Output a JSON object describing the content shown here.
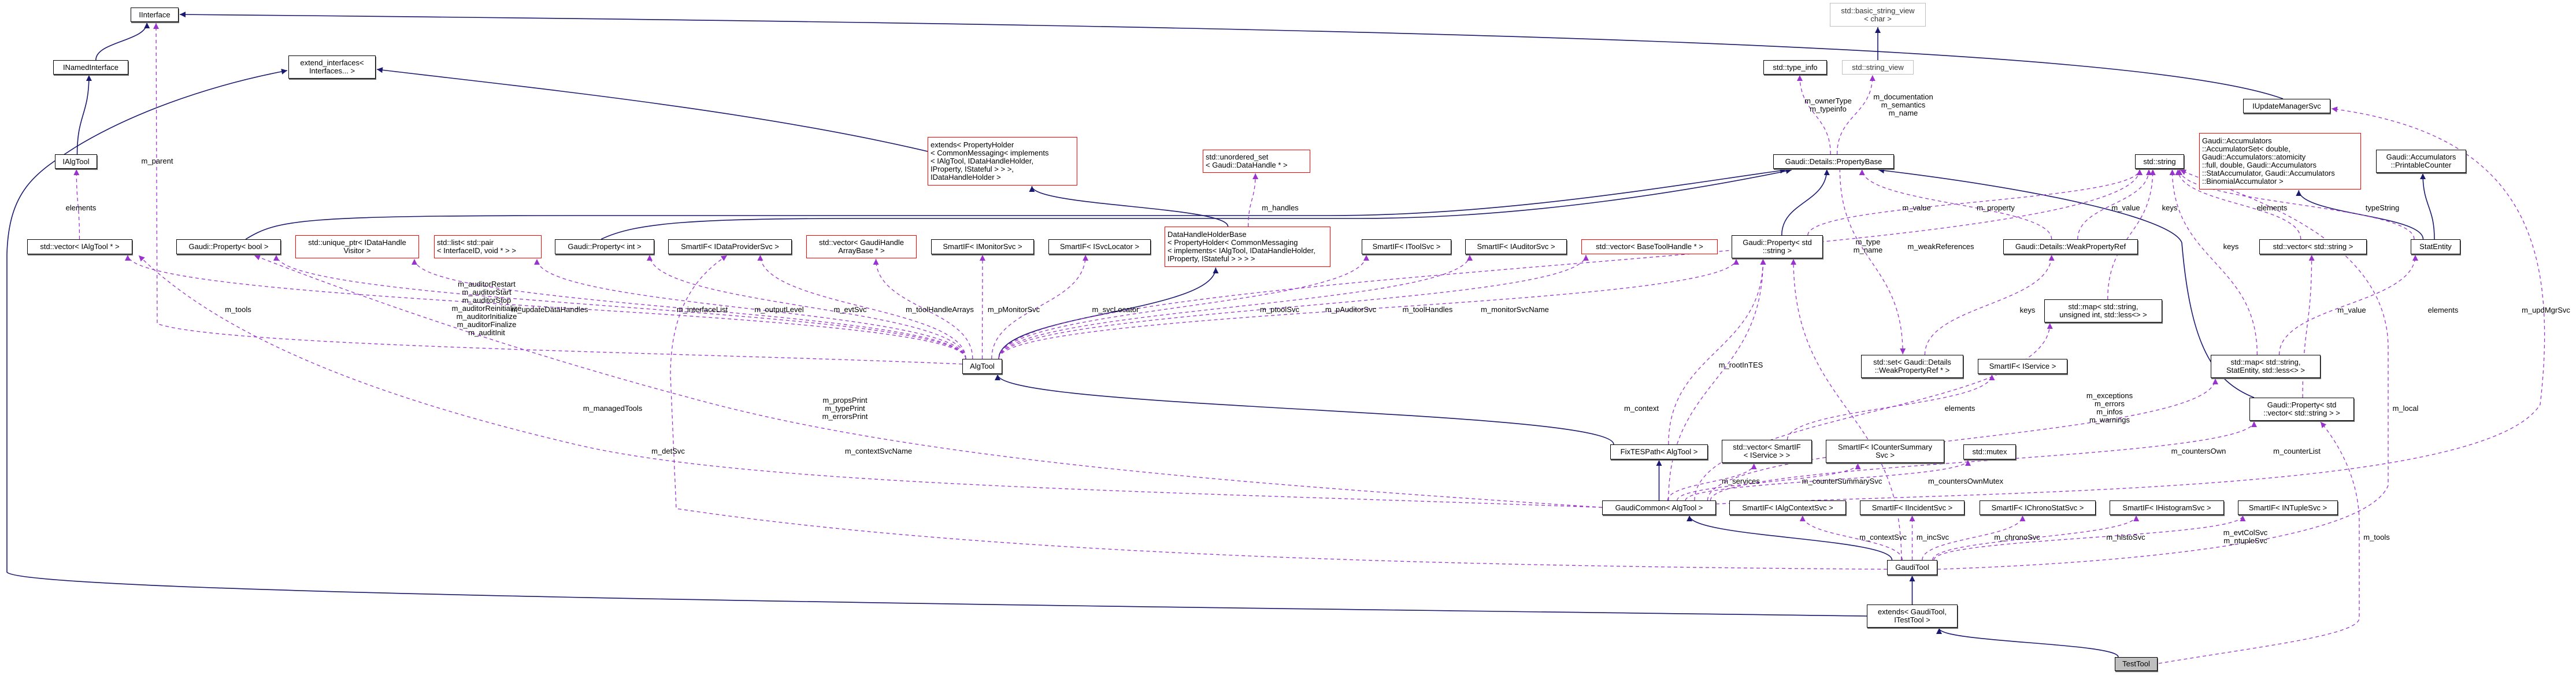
{
  "colors": {
    "inheritance": "#191970",
    "usage": "#9a32cd",
    "missing_border": "#ff0000",
    "external_border": "#bfbfbf",
    "current_fill": "#bfbfbf"
  },
  "nodes": [
    {
      "id": "iinterface",
      "label": "IInterface",
      "style": "normal"
    },
    {
      "id": "inamed",
      "label": "INamedInterface",
      "style": "normal"
    },
    {
      "id": "ialgtool",
      "label": "IAlgTool",
      "style": "normal"
    },
    {
      "id": "extend_if",
      "label": "extend_interfaces<\nInterfaces... >",
      "style": "normal"
    },
    {
      "id": "vec_ialgtool",
      "label": "std::vector< IAlgTool * >",
      "style": "normal"
    },
    {
      "id": "prop_bool",
      "label": "Gaudi::Property< bool >",
      "style": "normal"
    },
    {
      "id": "unique_ptr",
      "label": "std::unique_ptr< IDataHandle\nVisitor >",
      "style": "red"
    },
    {
      "id": "std_list",
      "label": "std::list< std::pair\n< InterfaceID, void * > >",
      "style": "red"
    },
    {
      "id": "prop_int",
      "label": "Gaudi::Property< int >",
      "style": "normal"
    },
    {
      "id": "sif_dataprov",
      "label": "SmartIF< IDataProviderSvc >",
      "style": "normal"
    },
    {
      "id": "vec_gharray",
      "label": "std::vector< GaudiHandle\nArrayBase * >",
      "style": "red"
    },
    {
      "id": "sif_monitor",
      "label": "SmartIF< IMonitorSvc >",
      "style": "normal"
    },
    {
      "id": "sif_svcloc",
      "label": "SmartIF< ISvcLocator >",
      "style": "normal"
    },
    {
      "id": "extends_ph",
      "label": "extends< PropertyHolder\n< CommonMessaging< implements\n< IAlgTool, IDataHandleHolder,\n IProperty, IStateful > > >,\n IDataHandleHolder >",
      "style": "red"
    },
    {
      "id": "dhhb",
      "label": "DataHandleHolderBase\n< PropertyHolder< CommonMessaging\n< implements< IAlgTool, IDataHandleHolder,\n IProperty, IStateful > > > >",
      "style": "red"
    },
    {
      "id": "unordered_set",
      "label": "std::unordered_set\n< Gaudi::DataHandle * >",
      "style": "red"
    },
    {
      "id": "sif_toolsvc",
      "label": "SmartIF< IToolSvc >",
      "style": "normal"
    },
    {
      "id": "sif_auditor",
      "label": "SmartIF< IAuditorSvc >",
      "style": "normal"
    },
    {
      "id": "vec_basetool",
      "label": "std::vector< BaseToolHandle * >",
      "style": "red"
    },
    {
      "id": "prop_string",
      "label": "Gaudi::Property< std\n::string >",
      "style": "normal"
    },
    {
      "id": "basic_sv",
      "label": "std::basic_string_view\n< char >",
      "style": "grey"
    },
    {
      "id": "type_info",
      "label": "std::type_info",
      "style": "normal"
    },
    {
      "id": "string_view",
      "label": "std::string_view",
      "style": "grey"
    },
    {
      "id": "iupdmgr",
      "label": "IUpdateManagerSvc",
      "style": "normal"
    },
    {
      "id": "propbase",
      "label": "Gaudi::Details::PropertyBase",
      "style": "normal"
    },
    {
      "id": "std_string",
      "label": "std::string",
      "style": "normal"
    },
    {
      "id": "accumset",
      "label": "Gaudi::Accumulators\n::AccumulatorSet< double,\n Gaudi::Accumulators::atomicity\n::full, double, Gaudi::Accumulators\n::StatAccumulator, Gaudi::Accumulators\n::BinomialAccumulator >",
      "style": "red"
    },
    {
      "id": "printable",
      "label": "Gaudi::Accumulators\n::PrintableCounter",
      "style": "normal"
    },
    {
      "id": "weakref",
      "label": "Gaudi::Details::WeakPropertyRef",
      "style": "normal"
    },
    {
      "id": "vec_string",
      "label": "std::vector< std::string >",
      "style": "normal"
    },
    {
      "id": "statentity",
      "label": "StatEntity",
      "style": "normal"
    },
    {
      "id": "map_uint",
      "label": "std::map< std::string,\n unsigned int, std::less<> >",
      "style": "normal"
    },
    {
      "id": "algtool",
      "label": "AlgTool",
      "style": "normal"
    },
    {
      "id": "set_weak",
      "label": "std::set< Gaudi::Details\n::WeakPropertyRef * >",
      "style": "normal"
    },
    {
      "id": "sif_service",
      "label": "SmartIF< IService >",
      "style": "normal"
    },
    {
      "id": "fixtes",
      "label": "FixTESPath< AlgTool >",
      "style": "normal"
    },
    {
      "id": "vec_sifservice",
      "label": "std::vector< SmartIF\n< IService > >",
      "style": "normal"
    },
    {
      "id": "sif_countersum",
      "label": "SmartIF< ICounterSummary\nSvc >",
      "style": "normal"
    },
    {
      "id": "std_mutex",
      "label": "std::mutex",
      "style": "normal"
    },
    {
      "id": "gaudicommon",
      "label": "GaudiCommon< AlgTool >",
      "style": "normal"
    },
    {
      "id": "sif_algctx",
      "label": "SmartIF< IAlgContextSvc >",
      "style": "normal"
    },
    {
      "id": "sif_incident",
      "label": "SmartIF< IIncidentSvc >",
      "style": "normal"
    },
    {
      "id": "sif_chrono",
      "label": "SmartIF< IChronoStatSvc >",
      "style": "normal"
    },
    {
      "id": "sif_histo",
      "label": "SmartIF< IHistogramSvc >",
      "style": "normal"
    },
    {
      "id": "sif_ntuple",
      "label": "SmartIF< INTupleSvc >",
      "style": "normal"
    },
    {
      "id": "gauditool",
      "label": "GaudiTool",
      "style": "normal"
    },
    {
      "id": "extends_gt",
      "label": "extends< GaudiTool,\n ITestTool >",
      "style": "normal"
    },
    {
      "id": "map_statentity",
      "label": "std::map< std::string,\n StatEntity, std::less<> >",
      "style": "normal"
    },
    {
      "id": "prop_vecstring",
      "label": "Gaudi::Property< std\n::vector< std::string > >",
      "style": "normal"
    },
    {
      "id": "testtool",
      "label": "TestTool",
      "style": "current"
    }
  ],
  "edges": [
    {
      "from": "inamed",
      "to": "iinterface",
      "kind": "inheritance",
      "label": ""
    },
    {
      "from": "ialgtool",
      "to": "inamed",
      "kind": "inheritance",
      "label": ""
    },
    {
      "from": "iupdmgr",
      "to": "iinterface",
      "kind": "inheritance",
      "label": ""
    },
    {
      "from": "extends_gt",
      "to": "extend_if",
      "kind": "inheritance",
      "label": ""
    },
    {
      "from": "extends_ph",
      "to": "extend_if",
      "kind": "inheritance",
      "label": ""
    },
    {
      "from": "dhhb",
      "to": "extends_ph",
      "kind": "inheritance",
      "label": ""
    },
    {
      "from": "algtool",
      "to": "dhhb",
      "kind": "inheritance",
      "label": ""
    },
    {
      "from": "prop_bool",
      "to": "propbase",
      "kind": "inheritance",
      "label": ""
    },
    {
      "from": "prop_int",
      "to": "propbase",
      "kind": "inheritance",
      "label": ""
    },
    {
      "from": "prop_string",
      "to": "propbase",
      "kind": "inheritance",
      "label": ""
    },
    {
      "from": "prop_vecstring",
      "to": "propbase",
      "kind": "inheritance",
      "label": ""
    },
    {
      "from": "string_view",
      "to": "basic_sv",
      "kind": "inheritance",
      "label": ""
    },
    {
      "from": "statentity",
      "to": "accumset",
      "kind": "inheritance",
      "label": ""
    },
    {
      "from": "statentity",
      "to": "printable",
      "kind": "inheritance",
      "label": ""
    },
    {
      "from": "fixtes",
      "to": "algtool",
      "kind": "inheritance",
      "label": ""
    },
    {
      "from": "gaudicommon",
      "to": "fixtes",
      "kind": "inheritance",
      "label": ""
    },
    {
      "from": "gauditool",
      "to": "gaudicommon",
      "kind": "inheritance",
      "label": ""
    },
    {
      "from": "extends_gt",
      "to": "gauditool",
      "kind": "inheritance",
      "label": ""
    },
    {
      "from": "testtool",
      "to": "extends_gt",
      "kind": "inheritance",
      "label": ""
    },
    {
      "from": "algtool",
      "to": "iinterface",
      "kind": "usage",
      "label": "m_parent"
    },
    {
      "from": "vec_ialgtool",
      "to": "ialgtool",
      "kind": "usage",
      "label": "elements"
    },
    {
      "from": "algtool",
      "to": "vec_ialgtool",
      "kind": "usage",
      "label": "m_tools"
    },
    {
      "from": "gaudicommon",
      "to": "vec_ialgtool",
      "kind": "usage",
      "label": "m_managedTools"
    },
    {
      "from": "algtool",
      "to": "prop_bool",
      "kind": "usage",
      "label": "m_auditorRestart\nm_auditorStart\nm_auditorStop\nm_auditorReinitialize\nm_auditorInitialize\nm_auditorFinalize\nm_auditInit"
    },
    {
      "from": "gaudicommon",
      "to": "prop_bool",
      "kind": "usage",
      "label": "m_propsPrint\nm_typePrint\nm_errorsPrint"
    },
    {
      "from": "algtool",
      "to": "unique_ptr",
      "kind": "usage",
      "label": "m_updateDataHandles"
    },
    {
      "from": "algtool",
      "to": "std_list",
      "kind": "usage",
      "label": "m_interfaceList"
    },
    {
      "from": "algtool",
      "to": "prop_int",
      "kind": "usage",
      "label": "m_outputLevel"
    },
    {
      "from": "algtool",
      "to": "sif_dataprov",
      "kind": "usage",
      "label": "m_evtSvc"
    },
    {
      "from": "gauditool",
      "to": "sif_dataprov",
      "kind": "usage",
      "label": "m_detSvc"
    },
    {
      "from": "algtool",
      "to": "vec_gharray",
      "kind": "usage",
      "label": "m_toolHandleArrays"
    },
    {
      "from": "algtool",
      "to": "sif_monitor",
      "kind": "usage",
      "label": "m_pMonitorSvc"
    },
    {
      "from": "algtool",
      "to": "sif_svcloc",
      "kind": "usage",
      "label": "m_svcLocator"
    },
    {
      "from": "dhhb",
      "to": "unordered_set",
      "kind": "usage",
      "label": "m_handles"
    },
    {
      "from": "algtool",
      "to": "sif_toolsvc",
      "kind": "usage",
      "label": "m_ptoolSvc"
    },
    {
      "from": "algtool",
      "to": "sif_auditor",
      "kind": "usage",
      "label": "m_pAuditorSvc"
    },
    {
      "from": "algtool",
      "to": "vec_basetool",
      "kind": "usage",
      "label": "m_toolHandles"
    },
    {
      "from": "algtool",
      "to": "prop_string",
      "kind": "usage",
      "label": "m_monitorSvcName"
    },
    {
      "from": "fixtes",
      "to": "prop_string",
      "kind": "usage",
      "label": "m_rootInTES"
    },
    {
      "from": "gaudicommon",
      "to": "prop_string",
      "kind": "usage",
      "label": "m_context"
    },
    {
      "from": "gauditool",
      "to": "prop_string",
      "kind": "usage",
      "label": "m_contextSvcName"
    },
    {
      "from": "algtool",
      "to": "std_string",
      "kind": "usage",
      "label": "m_type\nm_name"
    },
    {
      "from": "prop_string",
      "to": "std_string",
      "kind": "usage",
      "label": "m_value"
    },
    {
      "from": "propbase",
      "to": "type_info",
      "kind": "usage",
      "label": "m_ownerType\nm_typeinfo"
    },
    {
      "from": "propbase",
      "to": "string_view",
      "kind": "usage",
      "label": "m_documentation\nm_semantics\nm_name"
    },
    {
      "from": "weakref",
      "to": "propbase",
      "kind": "usage",
      "label": "m_property"
    },
    {
      "from": "weakref",
      "to": "std_string",
      "kind": "usage",
      "label": "m_value"
    },
    {
      "from": "propbase",
      "to": "set_weak",
      "kind": "usage",
      "label": "m_weakReferences"
    },
    {
      "from": "set_weak",
      "to": "weakref",
      "kind": "usage",
      "label": "keys"
    },
    {
      "from": "map_uint",
      "to": "std_string",
      "kind": "usage",
      "label": "keys"
    },
    {
      "from": "map_statentity",
      "to": "std_string",
      "kind": "usage",
      "label": "keys"
    },
    {
      "from": "vec_string",
      "to": "std_string",
      "kind": "usage",
      "label": "elements"
    },
    {
      "from": "statentity",
      "to": "std_string",
      "kind": "usage",
      "label": "typeString"
    },
    {
      "from": "gauditool",
      "to": "std_string",
      "kind": "usage",
      "label": "m_local"
    },
    {
      "from": "prop_vecstring",
      "to": "vec_string",
      "kind": "usage",
      "label": "m_value"
    },
    {
      "from": "map_statentity",
      "to": "statentity",
      "kind": "usage",
      "label": "elements"
    },
    {
      "from": "gaudicommon",
      "to": "iupdmgr",
      "kind": "usage",
      "label": "m_updMgrSvc"
    },
    {
      "from": "vec_sifservice",
      "to": "sif_service",
      "kind": "usage",
      "label": "elements"
    },
    {
      "from": "gaudicommon",
      "to": "vec_sifservice",
      "kind": "usage",
      "label": "m_services"
    },
    {
      "from": "gaudicommon",
      "to": "sif_countersum",
      "kind": "usage",
      "label": "m_counterSummarySvc"
    },
    {
      "from": "gaudicommon",
      "to": "std_mutex",
      "kind": "usage",
      "label": "m_countersOwnMutex"
    },
    {
      "from": "gaudicommon",
      "to": "map_uint",
      "kind": "usage",
      "label": "m_exceptions\nm_errors\nm_infos\nm_warnings"
    },
    {
      "from": "gaudicommon",
      "to": "map_statentity",
      "kind": "usage",
      "label": "m_countersOwn"
    },
    {
      "from": "gaudicommon",
      "to": "prop_vecstring",
      "kind": "usage",
      "label": "m_counterList"
    },
    {
      "from": "testtool",
      "to": "prop_vecstring",
      "kind": "usage",
      "label": "m_tools"
    },
    {
      "from": "gauditool",
      "to": "sif_algctx",
      "kind": "usage",
      "label": "m_contextSvc"
    },
    {
      "from": "gauditool",
      "to": "sif_incident",
      "kind": "usage",
      "label": "m_incSvc"
    },
    {
      "from": "gauditool",
      "to": "sif_chrono",
      "kind": "usage",
      "label": "m_chronoSvc"
    },
    {
      "from": "gauditool",
      "to": "sif_histo",
      "kind": "usage",
      "label": "m_histoSvc"
    },
    {
      "from": "gauditool",
      "to": "sif_ntuple",
      "kind": "usage",
      "label": "m_evtColSvc\nm_ntupleSvc"
    }
  ]
}
